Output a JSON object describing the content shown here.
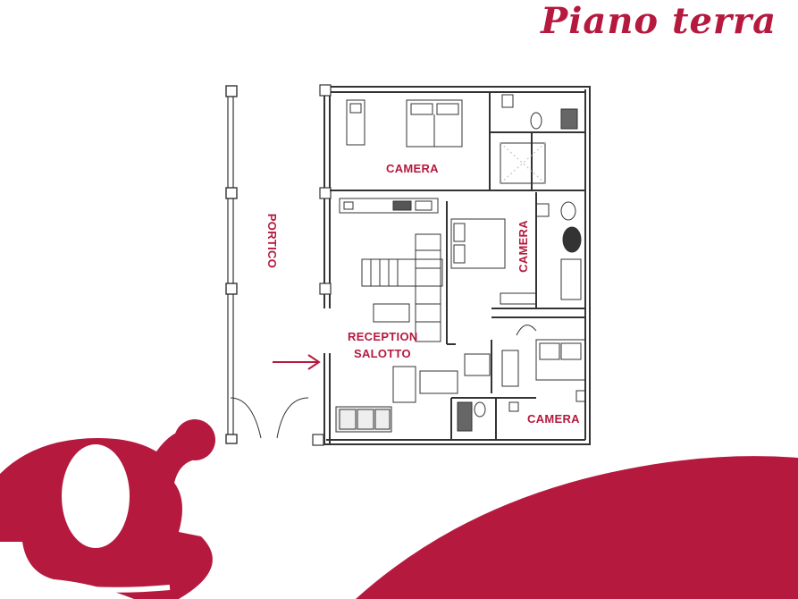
{
  "title": "Piano terra",
  "rooms": {
    "camera_top": "CAMERA",
    "camera_right": "CAMERA",
    "reception": "RECEPTION",
    "salotto": "SALOTTO",
    "camera_bottom": "CAMERA",
    "portico": "PORTICO"
  },
  "colors": {
    "accent": "#b5193e",
    "line": "#333333",
    "background": "#ffffff"
  },
  "icons": {
    "logo": "letter-g-logo",
    "entrance": "arrow-right-icon"
  }
}
